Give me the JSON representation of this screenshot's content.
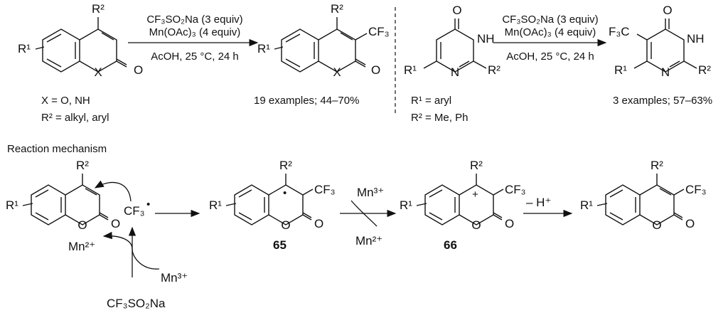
{
  "reaction1": {
    "reagent_line1": "CF₃SO₂Na (3 equiv)",
    "reagent_line2": "Mn(OAc)₃ (4 equiv)",
    "conditions": "AcOH, 25 °C, 24 h",
    "substrate_x": "X = O, NH",
    "substrate_r2": "R² = alkyl, aryl",
    "yield_note": "19 examples; 44–70%"
  },
  "reaction2": {
    "reagent_line1": "CF₃SO₂Na (3 equiv)",
    "reagent_line2": "Mn(OAc)₃ (4 equiv)",
    "conditions": "AcOH, 25 °C, 24 h",
    "substrate_r1": "R¹ = aryl",
    "substrate_r2": "R² = Me, Ph",
    "yield_note": "3 examples; 57–63%"
  },
  "mechanism": {
    "title": "Reaction mechanism",
    "radical": "CF₃",
    "radical_dot": "•",
    "mn2_left": "Mn²⁺",
    "mn3_bottom": "Mn³⁺",
    "source": "CF₃SO₂Na",
    "intermediate1_label": "65",
    "intermediate2_label": "66",
    "oxidant_top": "Mn³⁺",
    "oxidant_bottom": "Mn²⁺",
    "deprotonation": "– H⁺"
  },
  "atoms": {
    "R1": "R¹",
    "R2": "R²",
    "CF3": "CF₃",
    "F3C": "F₃C",
    "O": "O",
    "X": "X",
    "N": "N",
    "NH": "NH",
    "H": "H",
    "plus": "+",
    "dot": "•"
  }
}
